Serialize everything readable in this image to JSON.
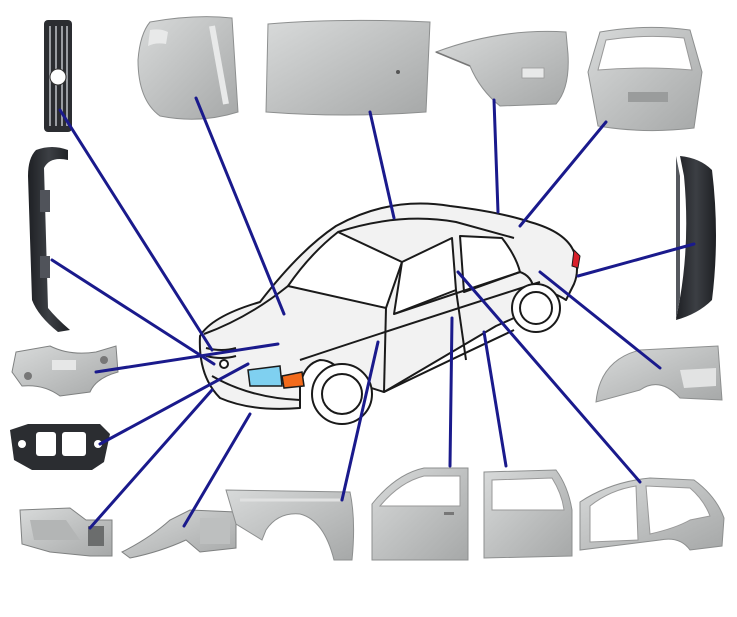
{
  "colors": {
    "background": "#ffffff",
    "leader_line": "#1a1a8c",
    "car_body": "#f2f2f2",
    "car_outline": "#1a1a1a",
    "panel_light": "#c7c9c9",
    "panel_mid": "#a9abab",
    "panel_dark": "#2e3034",
    "headlight": "#7fd0f0",
    "indicator": "#f26a1b",
    "taillight": "#d8202a"
  },
  "parts": [
    {
      "name": "grille",
      "icon": "grille-icon"
    },
    {
      "name": "hood",
      "icon": "hood-icon"
    },
    {
      "name": "roof",
      "icon": "roof-panel-icon"
    },
    {
      "name": "trunk-lid",
      "icon": "trunk-lid-icon"
    },
    {
      "name": "tailgate",
      "icon": "tailgate-icon"
    },
    {
      "name": "front-bumper",
      "icon": "front-bumper-icon"
    },
    {
      "name": "rear-bumper",
      "icon": "rear-bumper-icon"
    },
    {
      "name": "subframe",
      "icon": "subframe-icon"
    },
    {
      "name": "radiator-support",
      "icon": "radiator-support-icon"
    },
    {
      "name": "rear-quarter-panel",
      "icon": "quarter-panel-icon"
    },
    {
      "name": "front-inner-apron",
      "icon": "inner-apron-icon"
    },
    {
      "name": "front-rail",
      "icon": "front-rail-icon"
    },
    {
      "name": "front-fender",
      "icon": "fender-icon"
    },
    {
      "name": "front-door",
      "icon": "front-door-icon"
    },
    {
      "name": "rear-door",
      "icon": "rear-door-icon"
    },
    {
      "name": "side-panel-frame",
      "icon": "side-frame-icon"
    }
  ]
}
